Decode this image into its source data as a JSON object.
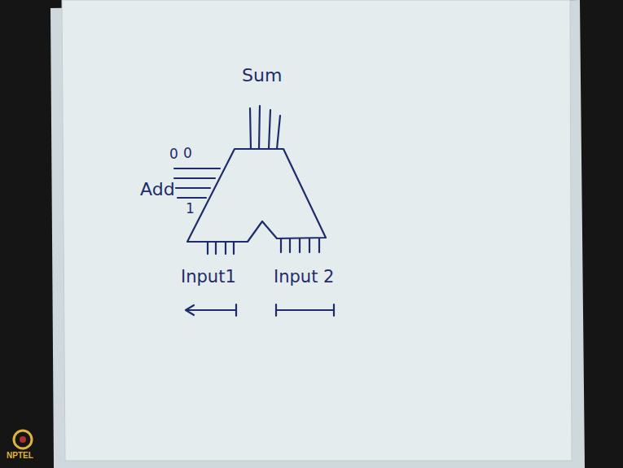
{
  "diagram": {
    "labels": [
      "Sum",
      "0",
      "0",
      "Add",
      "1",
      "Input1",
      "Input 2",
      "NPTEL"
    ]
  }
}
